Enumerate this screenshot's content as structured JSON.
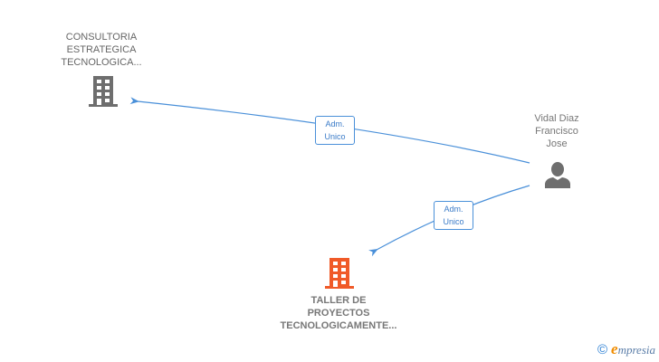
{
  "nodes": {
    "company_top": {
      "lines": [
        "CONSULTORIA",
        "ESTRATEGICA",
        "TECNOLOGICA..."
      ],
      "icon": "building-icon",
      "color": "#6e6e6e"
    },
    "person": {
      "lines": [
        "Vidal Diaz",
        "Francisco",
        "Jose"
      ],
      "icon": "person-icon",
      "color": "#6e6e6e"
    },
    "company_bottom": {
      "lines": [
        "TALLER DE",
        "PROYECTOS",
        "TECNOLOGICAMENTE..."
      ],
      "icon": "building-icon",
      "color": "#f05a28"
    }
  },
  "edges": [
    {
      "from": "person",
      "to": "company_top",
      "label": [
        "Adm.",
        "Unico"
      ],
      "color": "#4a90d9"
    },
    {
      "from": "person",
      "to": "company_bottom",
      "label": [
        "Adm.",
        "Unico"
      ],
      "color": "#4a90d9"
    }
  ],
  "footer": {
    "copyright_symbol": "©",
    "brand_initial": "e",
    "brand_rest": "mpresia"
  }
}
